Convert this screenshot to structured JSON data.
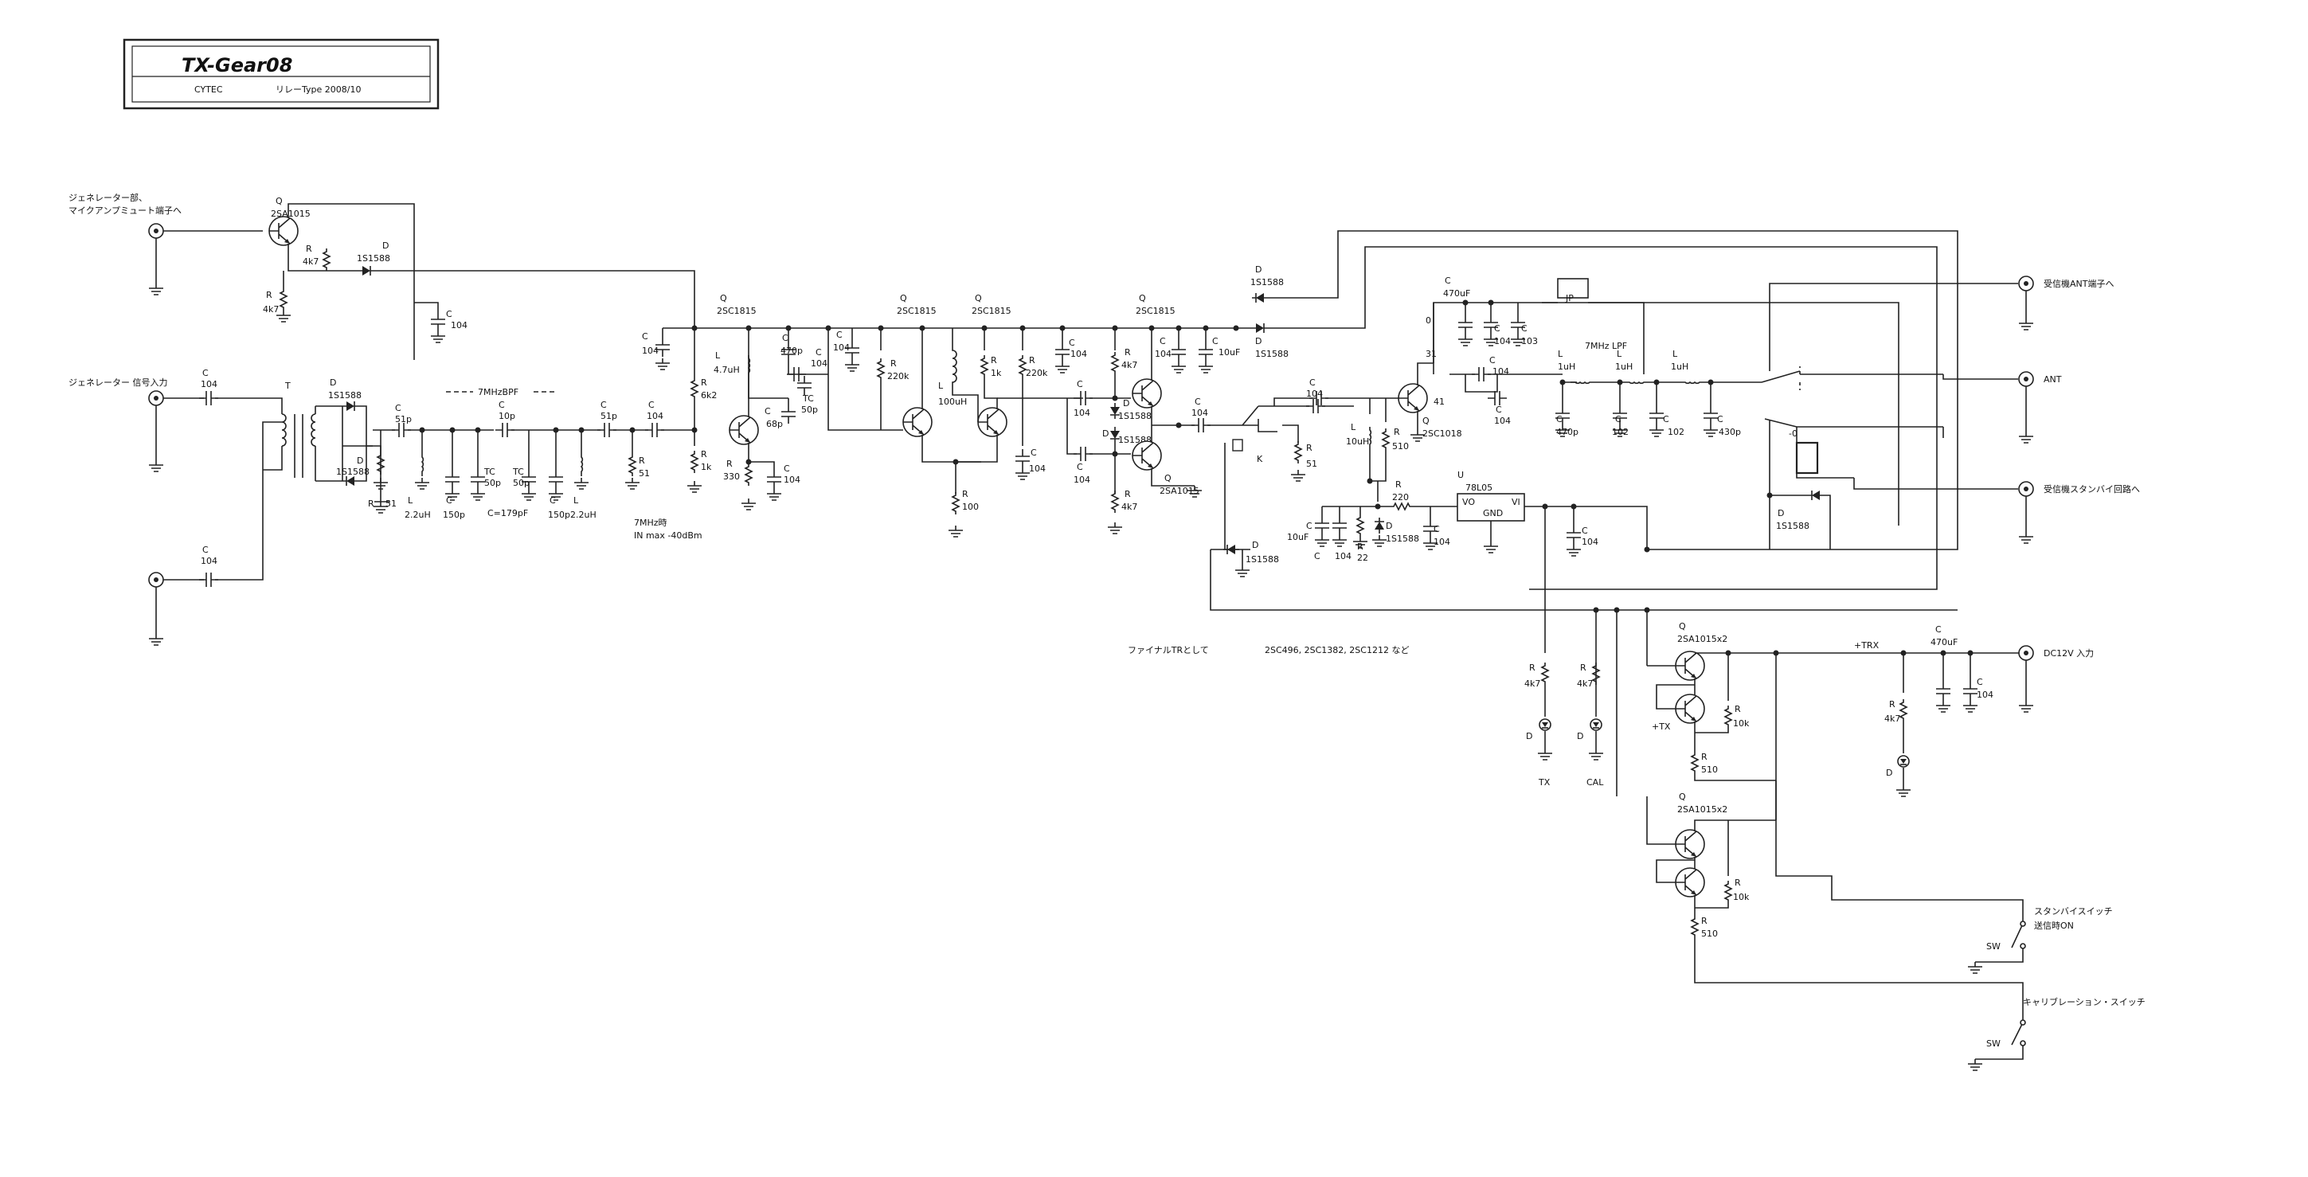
{
  "title_block": {
    "title": "TX-Gear08",
    "maker": "CYTEC",
    "subtitle": "リレーType  2008/10"
  },
  "io_labels": {
    "gen_mic": [
      "ジェネレーター部、",
      "マイクアンプミュート端子へ"
    ],
    "gen_signal": "ジェネレーター 信号入力",
    "rx_ant": "受信機ANT端子へ",
    "ant": "ANT",
    "rx_standby": "受信機スタンバイ回路へ",
    "dc_in": "DC12V  入力",
    "standby_switch": [
      "スタンバイスイッチ",
      "送信時ON"
    ],
    "cal_switch": "キャリブレーション・スイッチ",
    "sw": "SW",
    "led_tx": "TX",
    "led_cal": "CAL",
    "trx": "+TRX",
    "tx": "+TX"
  },
  "notes": {
    "bpf": "7MHzBPF",
    "bpf_c": "C=179pF",
    "bpf_in": [
      "7MHz時",
      "IN max -40dBm"
    ],
    "lpf": "7MHz  LPF",
    "final_tr": "ファイナルTRとして",
    "final_tr_parts": "2SC496, 2SC1382, 2SC1212  など"
  },
  "parts": {
    "q": "Q",
    "r": "R",
    "c": "C",
    "l": "L",
    "d": "D",
    "t": "T",
    "u": "U",
    "k": "K",
    "jp": "JP",
    "q1": "2SA1015",
    "q2": "2SC1815",
    "q3": "2SC1815",
    "q4": "2SC1815",
    "q5": "2SC1815",
    "q6": "2SA1015",
    "q7": "2SC1018",
    "qsw1": "2SA1015x2",
    "qsw2": "2SA1015x2",
    "reg": "78L05",
    "d1s": "1S1588",
    "v104": "104",
    "v103": "103",
    "v102": "102",
    "v470uf": "470uF",
    "v10uf": "10uF",
    "v4k7": "4k7",
    "v6k2": "6k2",
    "v1k": "1k",
    "v220k": "220k",
    "v100": "100",
    "v330": "330",
    "v510": "510",
    "v10k": "10k",
    "v51": "51",
    "v22": "22",
    "v220": "220",
    "v51p": "51p",
    "v10p": "10p",
    "v150p": "150p",
    "v50p": "50p",
    "v470p": "470p",
    "v430p": "430p",
    "v68p": "68p",
    "v22uh": "2.2uH",
    "v47uh": "4.7uH",
    "v100uh": "100uH",
    "v10uh": "10uH",
    "v1uh": "1uH",
    "tc": "TC",
    "vo": "VO",
    "vi": "VI",
    "gnd": "GND",
    "pin0": "0",
    "pin31": "31",
    "pin41": "41",
    "pinmo": "-0"
  }
}
